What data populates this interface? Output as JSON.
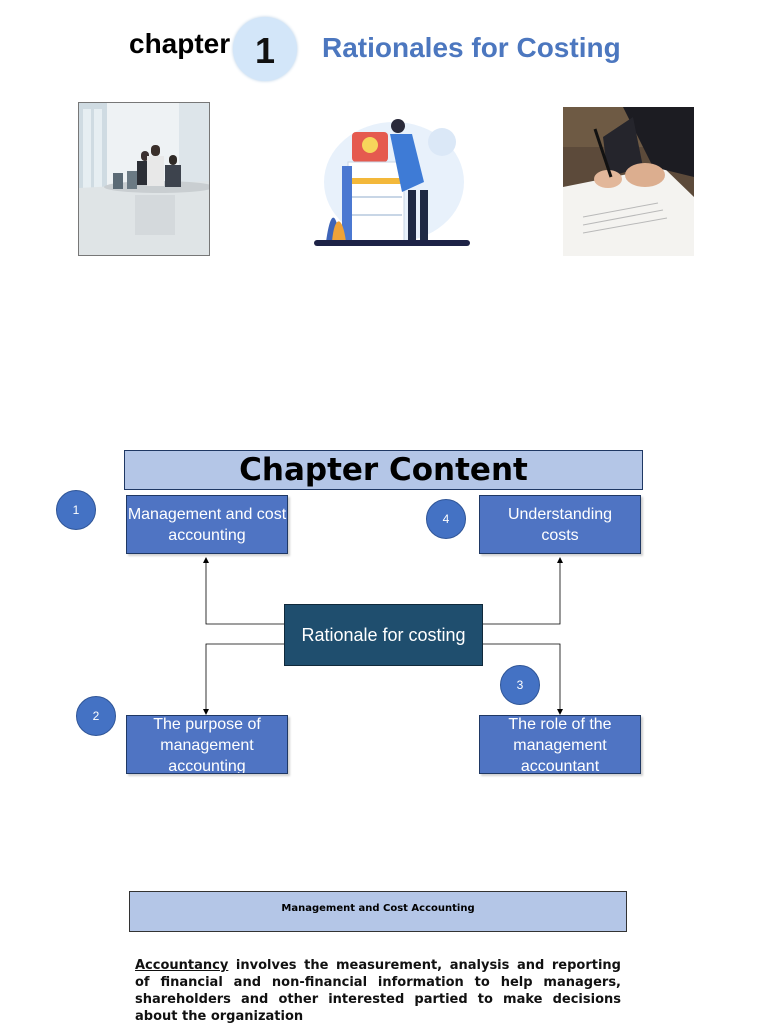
{
  "header": {
    "chapter_word": "chapter",
    "chapter_number": "1",
    "title": "Rationales for Costing"
  },
  "images": {
    "meeting_photo": "meeting-room-photo",
    "illustration": "person-with-filing-cabinet-illustration",
    "signing_photo": "hand-signing-document-photo"
  },
  "diagram": {
    "title": "Chapter Content",
    "center": "Rationale for costing",
    "nodes": [
      {
        "badge": "1",
        "label": "Management and cost accounting"
      },
      {
        "badge": "2",
        "label": "The purpose of management accounting"
      },
      {
        "badge": "3",
        "label": "The role of the management accountant"
      },
      {
        "badge": "4",
        "label": "Understanding costs"
      }
    ]
  },
  "section": {
    "title": "Management and Cost Accounting",
    "term": "Accountancy",
    "body": " involves the measurement, analysis and reporting of financial and non-financial information to help managers, shareholders and other interested partied to make decisions about the organization"
  },
  "colors": {
    "accent_title": "#4c77bf",
    "node_fill": "#4f74c3",
    "center_fill": "#1f4e6e",
    "badge_fill": "#4472c4",
    "band_fill": "#b4c6e7"
  }
}
